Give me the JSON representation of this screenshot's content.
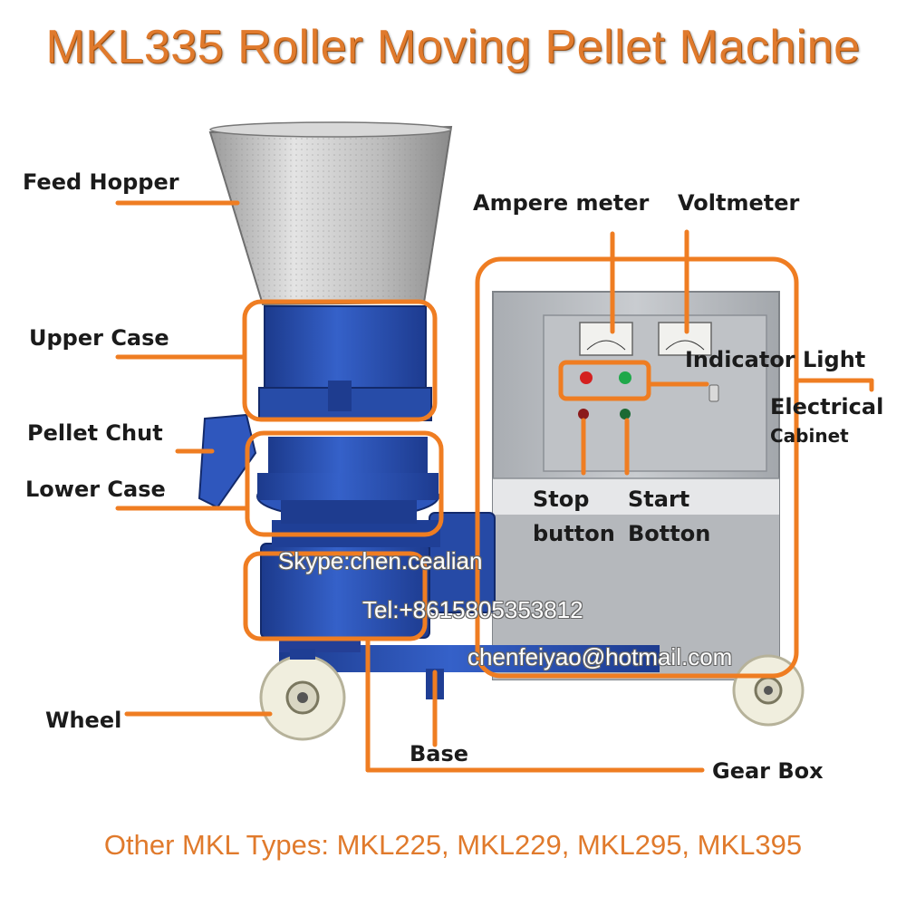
{
  "title": "MKL335 Roller Moving Pellet Machine",
  "footer": "Other MKL Types: MKL225, MKL229, MKL295, MKL395",
  "labels": {
    "feed_hopper": "Feed Hopper",
    "upper_case": "Upper Case",
    "pellet_chut": "Pellet Chut",
    "lower_case": "Lower Case",
    "wheel": "Wheel",
    "base": "Base",
    "gear_box": "Gear Box",
    "ampere_meter": "Ampere meter",
    "voltmeter": "Voltmeter",
    "indicator_light": "Indicator Light",
    "electrical": "Electrical",
    "cabinet": "Cabinet",
    "stop": "Stop",
    "button": "button",
    "start": "Start",
    "botton": "Botton"
  },
  "watermark": {
    "skype": "Skype:chen.cealian",
    "tel": "Tel:+8615805353812",
    "email": "chenfeiyao@hotmail.com"
  },
  "colors": {
    "accent": "#e07a2c",
    "machine_blue": "#2a4fb0",
    "cabinet_grey": "#b9bcc0",
    "hopper_steel": "#c8c8c8"
  }
}
